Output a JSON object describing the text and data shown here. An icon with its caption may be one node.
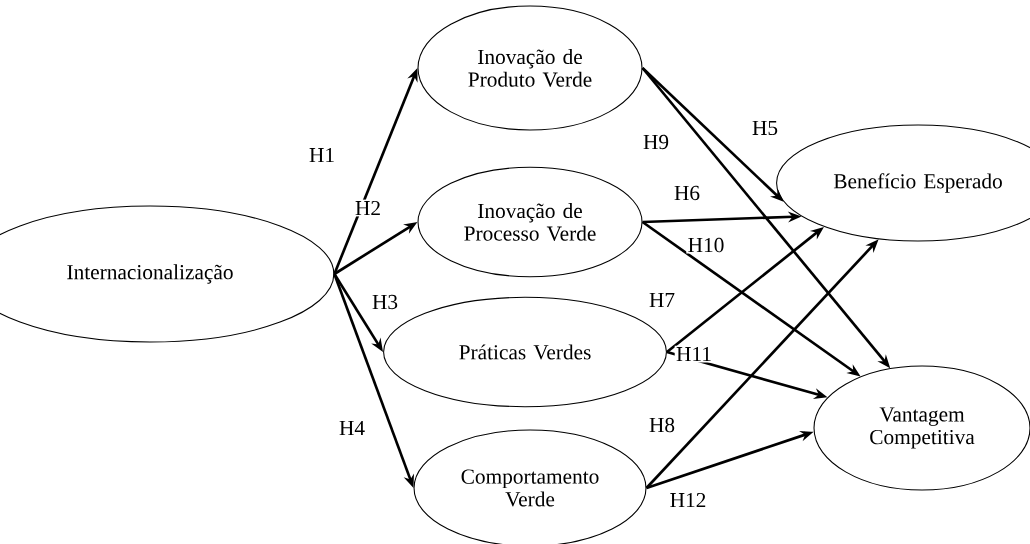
{
  "diagram": {
    "nodes": [
      {
        "text": [
          "Internacionalização"
        ]
      },
      {
        "text": [
          "Inovação de Produto Verde"
        ]
      },
      {
        "text": [
          "Inovação de Processo Verde"
        ]
      },
      {
        "text": [
          "Práticas Verdes"
        ]
      },
      {
        "text": [
          "Comportamento Verde"
        ]
      },
      {
        "text": [
          "Benefício Esperado"
        ]
      },
      {
        "text": [
          "Vantagem Competitiva"
        ]
      }
    ],
    "edges": [
      {
        "from": 0,
        "to": 1,
        "arrow": "to",
        "label": "H1"
      },
      {
        "from": 0,
        "to": 2,
        "arrow": "to",
        "label": "H2"
      },
      {
        "from": 0,
        "to": 3,
        "arrow": "to",
        "label": "H3"
      },
      {
        "from": 0,
        "to": 4,
        "arrow": "to",
        "label": "H4"
      },
      {
        "from": 1,
        "to": 5,
        "arrow": "to",
        "label": "H5"
      },
      {
        "from": 2,
        "to": 5,
        "arrow": "to",
        "label": "H6"
      },
      {
        "from": 3,
        "to": 5,
        "arrow": "to",
        "label": "H7"
      },
      {
        "from": 4,
        "to": 5,
        "arrow": "to",
        "label": "H8"
      },
      {
        "from": 1,
        "to": 6,
        "arrow": "to",
        "label": "H9"
      },
      {
        "from": 2,
        "to": 6,
        "arrow": "to",
        "label": "H10"
      },
      {
        "from": 3,
        "to": 6,
        "arrow": "to",
        "label": "H11"
      },
      {
        "from": 4,
        "to": 6,
        "arrow": "to",
        "label": "H12"
      }
    ]
  }
}
